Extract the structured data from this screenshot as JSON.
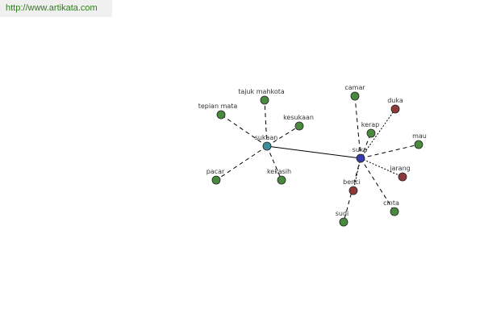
{
  "header": {
    "url": "http://www.artikata.com"
  },
  "colors": {
    "hub_sukaan": "#3f8f9a",
    "hub_suka": "#3a3ab0",
    "synonym": "#4a8a3e",
    "antonym": "#8e3a3a",
    "edge": "#000000"
  },
  "graph": {
    "nodes": [
      {
        "id": "sukaan",
        "label": "sukaan",
        "kind": "hub_sukaan"
      },
      {
        "id": "suka",
        "label": "suka",
        "kind": "hub_suka"
      },
      {
        "id": "tajuk-mahkota",
        "label": "tajuk mahkota",
        "kind": "synonym"
      },
      {
        "id": "tepian-mata",
        "label": "tepian mata",
        "kind": "synonym"
      },
      {
        "id": "kesukaan",
        "label": "kesukaan",
        "kind": "synonym"
      },
      {
        "id": "pacar",
        "label": "pacar",
        "kind": "synonym"
      },
      {
        "id": "kekasih",
        "label": "kekasih",
        "kind": "synonym"
      },
      {
        "id": "camar",
        "label": "camar",
        "kind": "synonym"
      },
      {
        "id": "duka",
        "label": "duka",
        "kind": "antonym"
      },
      {
        "id": "kerap",
        "label": "kerap",
        "kind": "synonym"
      },
      {
        "id": "mau",
        "label": "mau",
        "kind": "synonym"
      },
      {
        "id": "jarang",
        "label": "jarang",
        "kind": "antonym"
      },
      {
        "id": "benci",
        "label": "benci",
        "kind": "antonym"
      },
      {
        "id": "cinta",
        "label": "cinta",
        "kind": "synonym"
      },
      {
        "id": "sudi",
        "label": "sudi",
        "kind": "synonym"
      }
    ],
    "edges": [
      {
        "from": "sukaan",
        "to": "suka",
        "style": "solid"
      },
      {
        "from": "sukaan",
        "to": "tajuk-mahkota",
        "style": "dashed"
      },
      {
        "from": "sukaan",
        "to": "tepian-mata",
        "style": "dashed"
      },
      {
        "from": "sukaan",
        "to": "kesukaan",
        "style": "dashed"
      },
      {
        "from": "sukaan",
        "to": "pacar",
        "style": "dashed"
      },
      {
        "from": "sukaan",
        "to": "kekasih",
        "style": "dashed"
      },
      {
        "from": "suka",
        "to": "camar",
        "style": "dashed"
      },
      {
        "from": "suka",
        "to": "duka",
        "style": "dotted"
      },
      {
        "from": "suka",
        "to": "kerap",
        "style": "dashed"
      },
      {
        "from": "suka",
        "to": "mau",
        "style": "dashed"
      },
      {
        "from": "suka",
        "to": "jarang",
        "style": "dotted"
      },
      {
        "from": "suka",
        "to": "benci",
        "style": "dotted"
      },
      {
        "from": "suka",
        "to": "cinta",
        "style": "dashed"
      },
      {
        "from": "suka",
        "to": "sudi",
        "style": "dashed"
      }
    ]
  }
}
